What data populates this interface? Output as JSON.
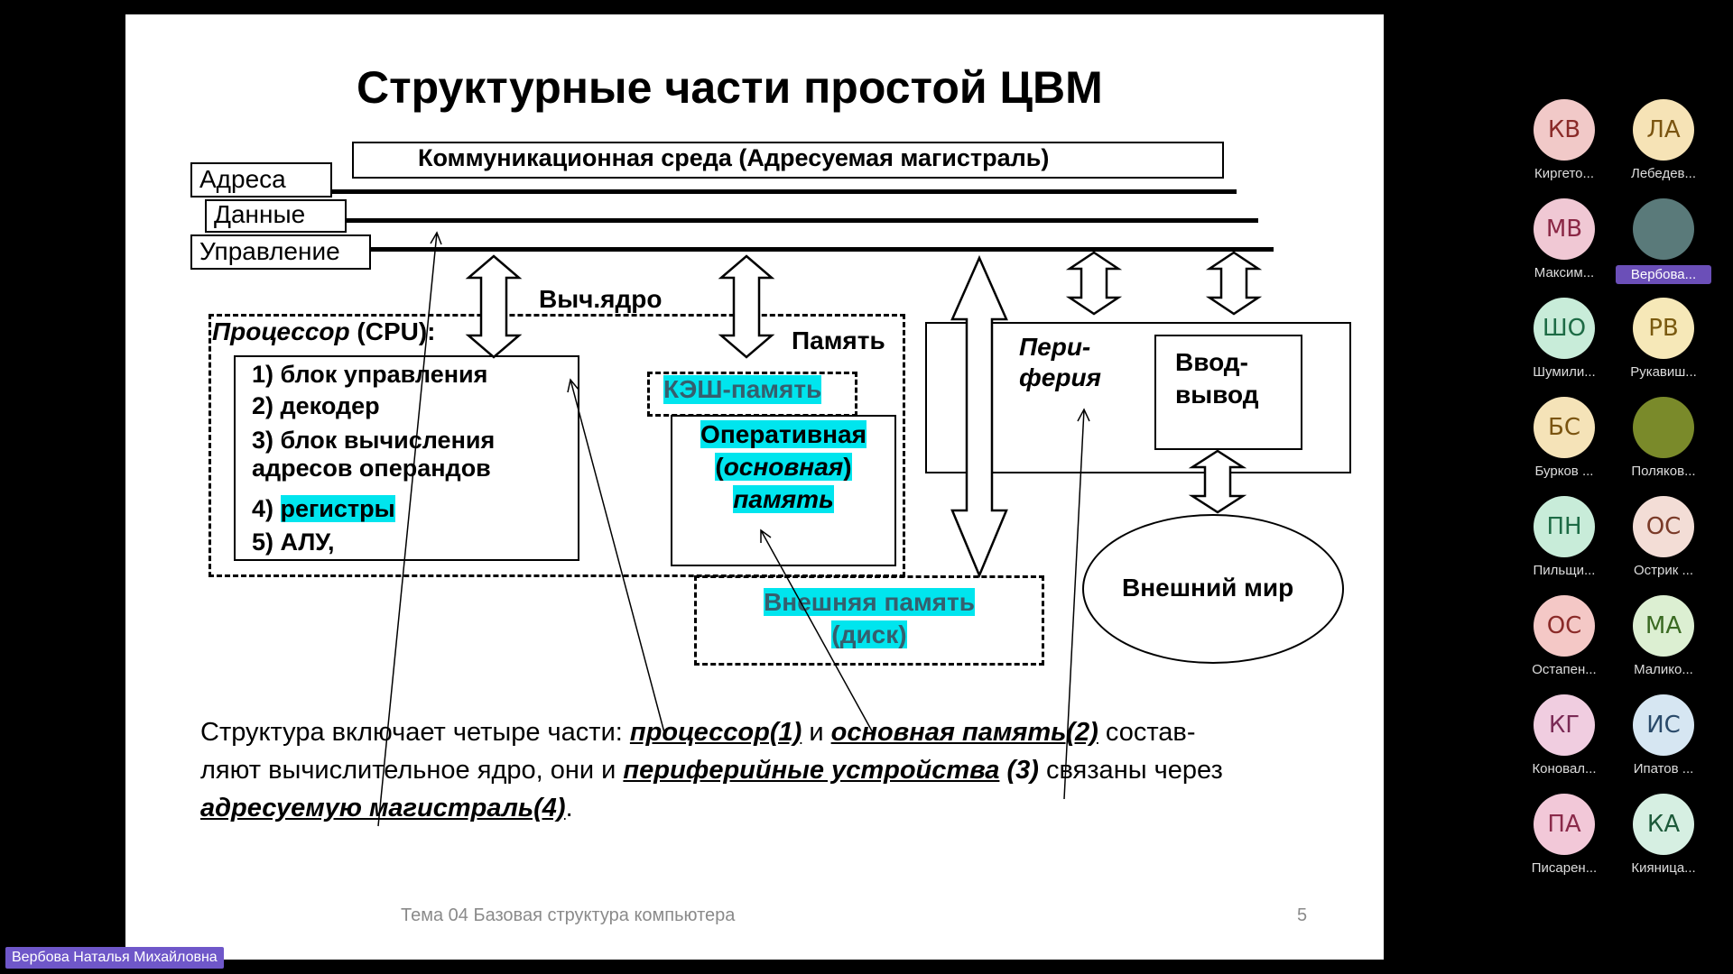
{
  "slide": {
    "title": "Структурные части простой ЦВМ",
    "bus_label": "Коммуникационная среда (Адресуемая магистраль)",
    "bus_lines": [
      "Адреса",
      "Данные",
      "Управление"
    ],
    "core_label": "Выч.ядро",
    "cpu_label_a": "Процессор",
    "cpu_label_b": " (CPU):",
    "cpu_items": [
      "1) блок управления",
      "2) декодер",
      "3) блок вычисления",
      "адресов операндов",
      "4) ",
      "регистры",
      "5) АЛУ,"
    ],
    "memory_label": "Память",
    "cache": "КЭШ-память",
    "ram_lines": [
      "Оперативная",
      "(",
      "основная",
      ")",
      "память"
    ],
    "periphery": [
      "Пери-",
      "ферия"
    ],
    "io": [
      "Ввод-",
      "вывод"
    ],
    "external_memory": [
      "Внешняя память",
      "(диск)"
    ],
    "outer_world": "Внешний мир",
    "para": {
      "l1a": "Структура включает четыре части: ",
      "l1b": "процессор(1)",
      "l1c": " и ",
      "l1d": "основная память(2)",
      "l1e": " состав-",
      "l2a": "ляют вычислительное ядро, они и ",
      "l2b": "периферийные устройства",
      "l2c": " (3)",
      "l2d": " связаны через",
      "l3a": "адресуемую магистраль(4)",
      "l3b": "."
    },
    "footer": "Тема 04 Базовая структура компьютера",
    "page_number": "5"
  },
  "participants": [
    {
      "initials": "КВ",
      "name": "Киргето...",
      "color": "#f1c9c8",
      "fg": "#8a2a28"
    },
    {
      "initials": "ЛА",
      "name": "Лебедев...",
      "color": "#f6e3b6",
      "fg": "#7a5410"
    },
    {
      "initials": "МВ",
      "name": "Максим...",
      "color": "#f0c8d4",
      "fg": "#8a2745"
    },
    {
      "initials": "",
      "name": "Вербова...",
      "color": "#5a7a7a",
      "fg": "#fff",
      "active": true
    },
    {
      "initials": "ШО",
      "name": "Шумили...",
      "color": "#c8ecd9",
      "fg": "#1d6b45"
    },
    {
      "initials": "РВ",
      "name": "Рукавиш...",
      "color": "#f6e8b8",
      "fg": "#7a5a10"
    },
    {
      "initials": "БС",
      "name": "Бурков ...",
      "color": "#f5e3b8",
      "fg": "#7a5410"
    },
    {
      "initials": "",
      "name": "Поляков...",
      "color": "#7a8a2a",
      "fg": "#fff"
    },
    {
      "initials": "ПН",
      "name": "Пильщи...",
      "color": "#c8ecd9",
      "fg": "#1d6b45"
    },
    {
      "initials": "ОС",
      "name": "Острик ...",
      "color": "#f3ddd6",
      "fg": "#7a3a28"
    },
    {
      "initials": "ОС",
      "name": "Остапен...",
      "color": "#f4c8c6",
      "fg": "#8a2a28"
    },
    {
      "initials": "МА",
      "name": "Малико...",
      "color": "#dcefd2",
      "fg": "#3a6a22"
    },
    {
      "initials": "КГ",
      "name": "Коновал...",
      "color": "#f0cde0",
      "fg": "#7a2a55"
    },
    {
      "initials": "ИС",
      "name": "Ипатов ...",
      "color": "#d6e6f2",
      "fg": "#2a4a6a"
    },
    {
      "initials": "ПА",
      "name": "Писарен...",
      "color": "#f2c8d8",
      "fg": "#8a2a4a"
    },
    {
      "initials": "КА",
      "name": "Кияница...",
      "color": "#d6efe2",
      "fg": "#1d5a3a"
    }
  ],
  "speaker_name": "Вербова Наталья Михайловна"
}
